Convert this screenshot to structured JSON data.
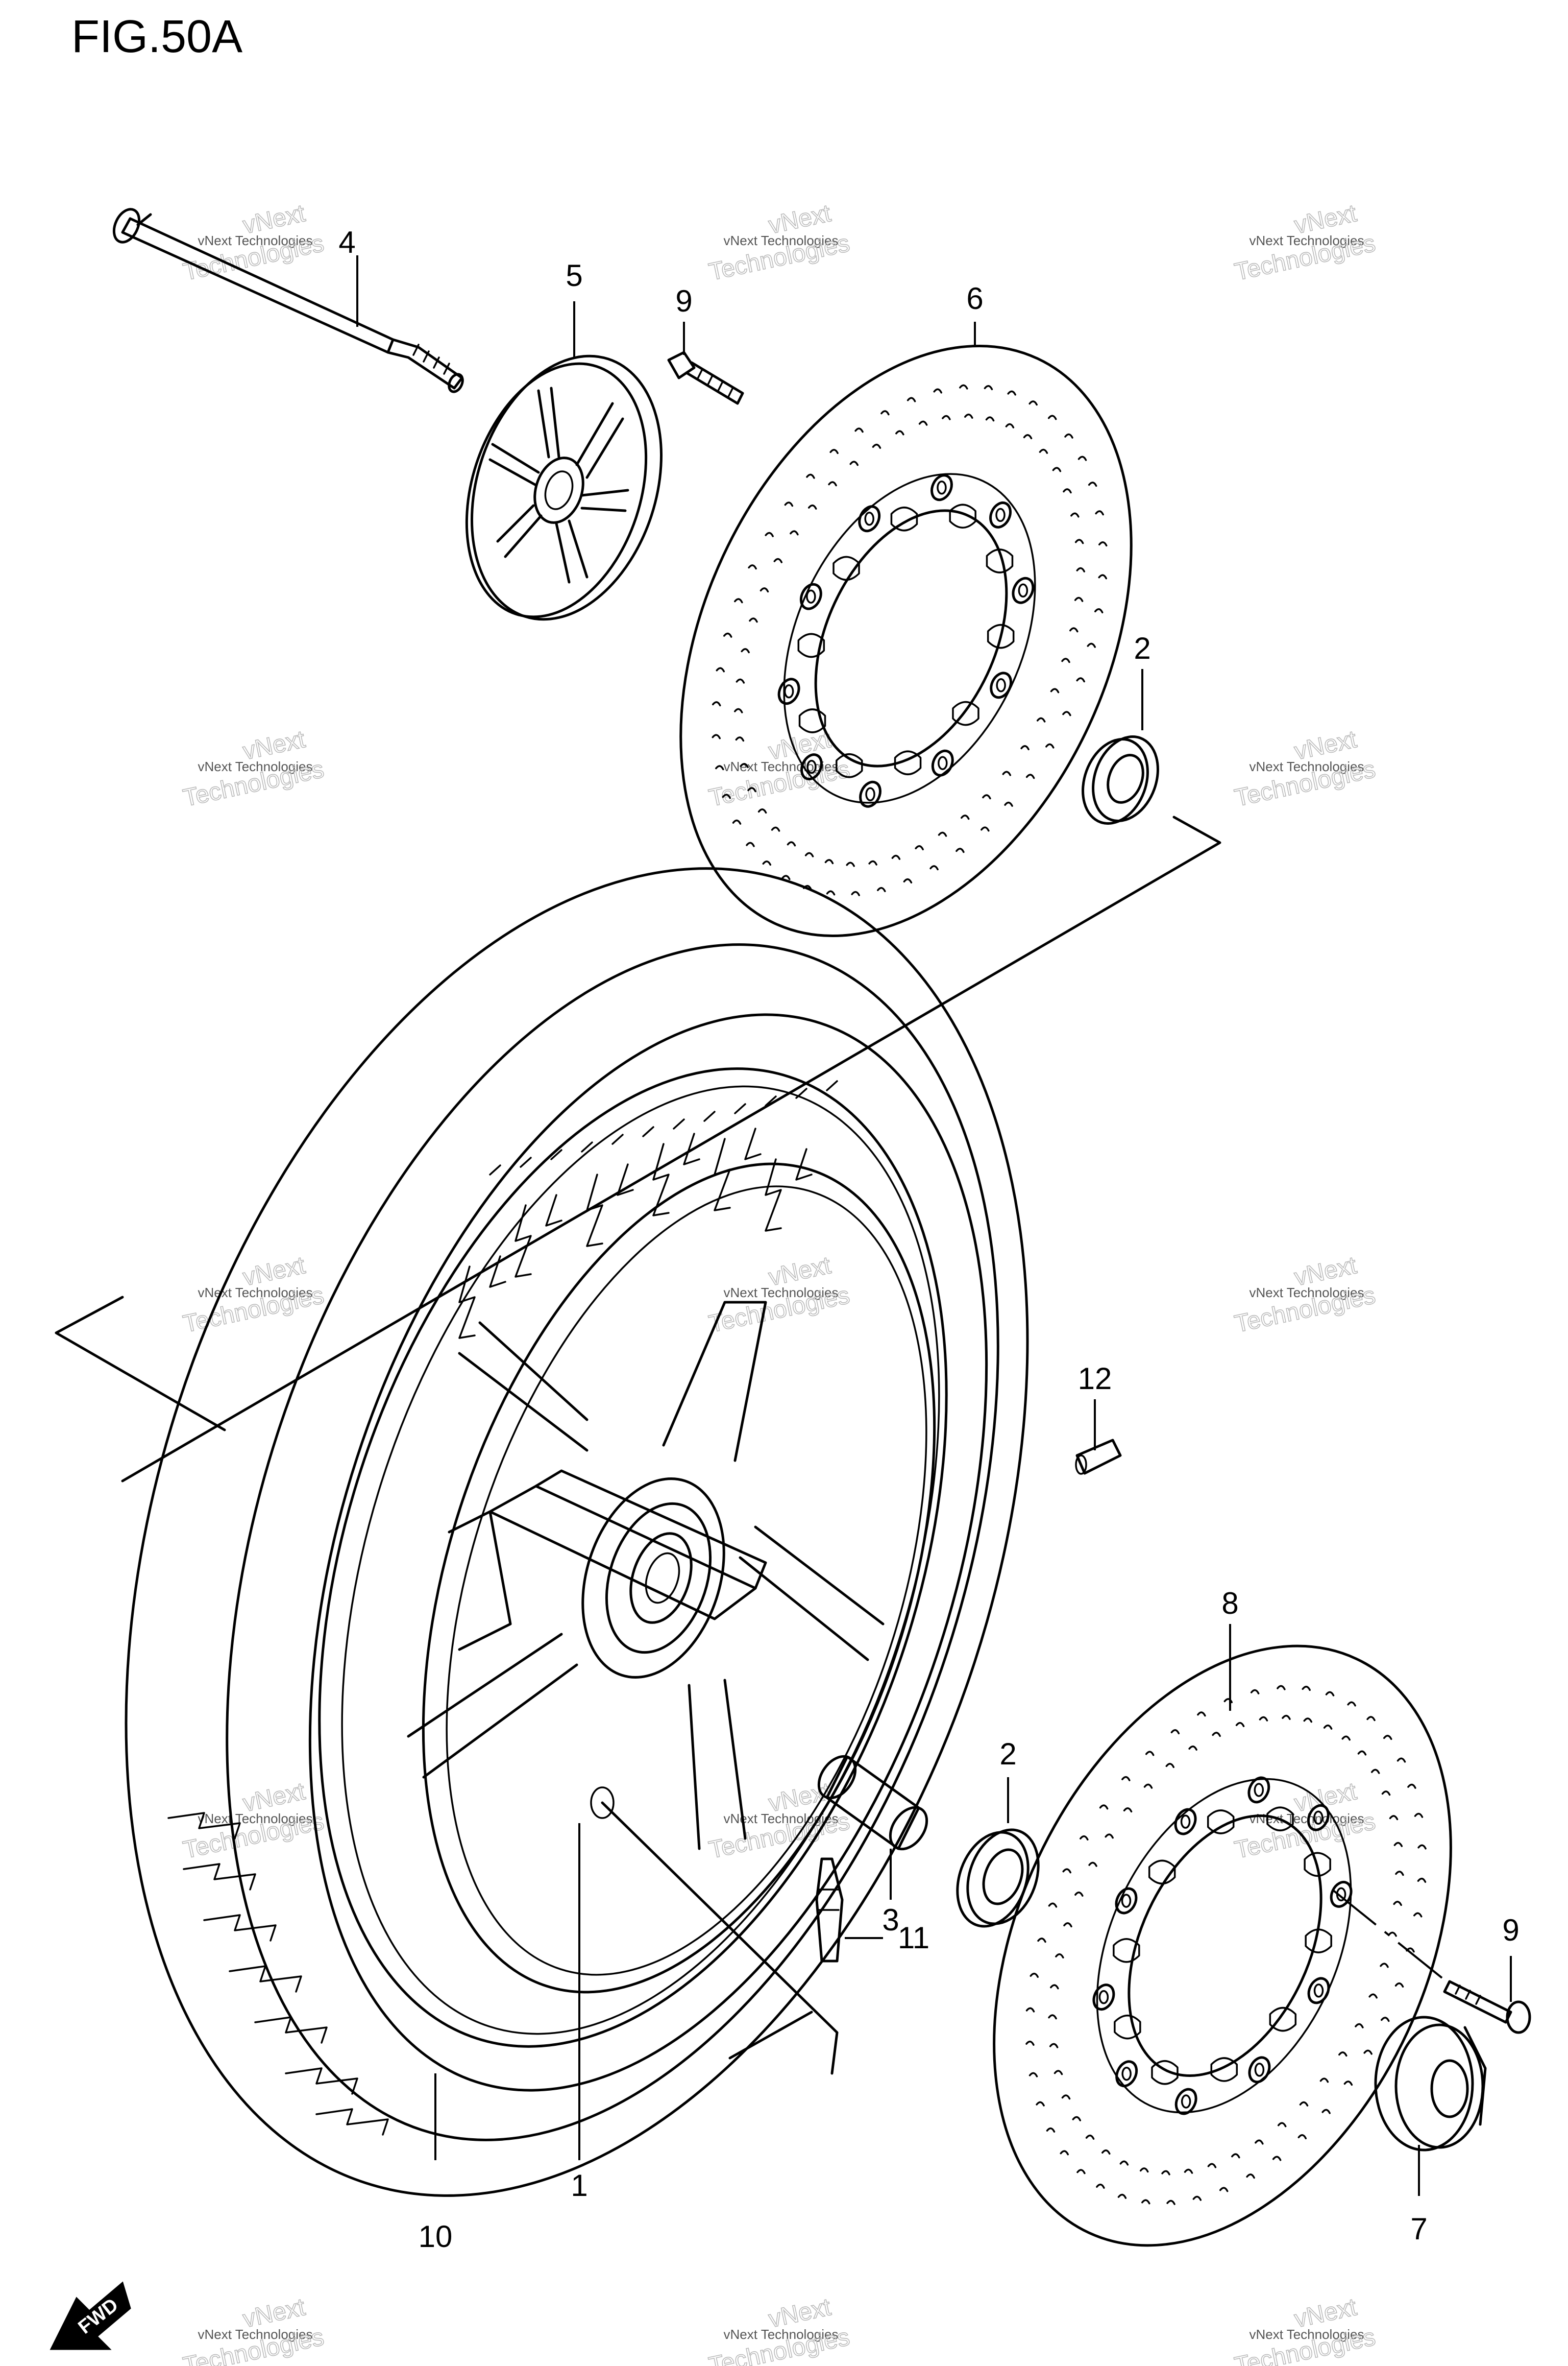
{
  "figure": {
    "title": "FIG.50A"
  },
  "callouts": [
    {
      "id": "1",
      "label": "1"
    },
    {
      "id": "2a",
      "label": "2"
    },
    {
      "id": "2b",
      "label": "2"
    },
    {
      "id": "3",
      "label": "3"
    },
    {
      "id": "4",
      "label": "4"
    },
    {
      "id": "5",
      "label": "5"
    },
    {
      "id": "6",
      "label": "6"
    },
    {
      "id": "7",
      "label": "7"
    },
    {
      "id": "8",
      "label": "8"
    },
    {
      "id": "9a",
      "label": "9"
    },
    {
      "id": "9b",
      "label": "9"
    },
    {
      "id": "10",
      "label": "10"
    },
    {
      "id": "11",
      "label": "11"
    },
    {
      "id": "12",
      "label": "12"
    }
  ],
  "watermark": {
    "line1": "vNext Technologies",
    "line2": "vNext",
    "line3": "Technologies"
  },
  "fwd_badge": {
    "label": "FWD"
  }
}
